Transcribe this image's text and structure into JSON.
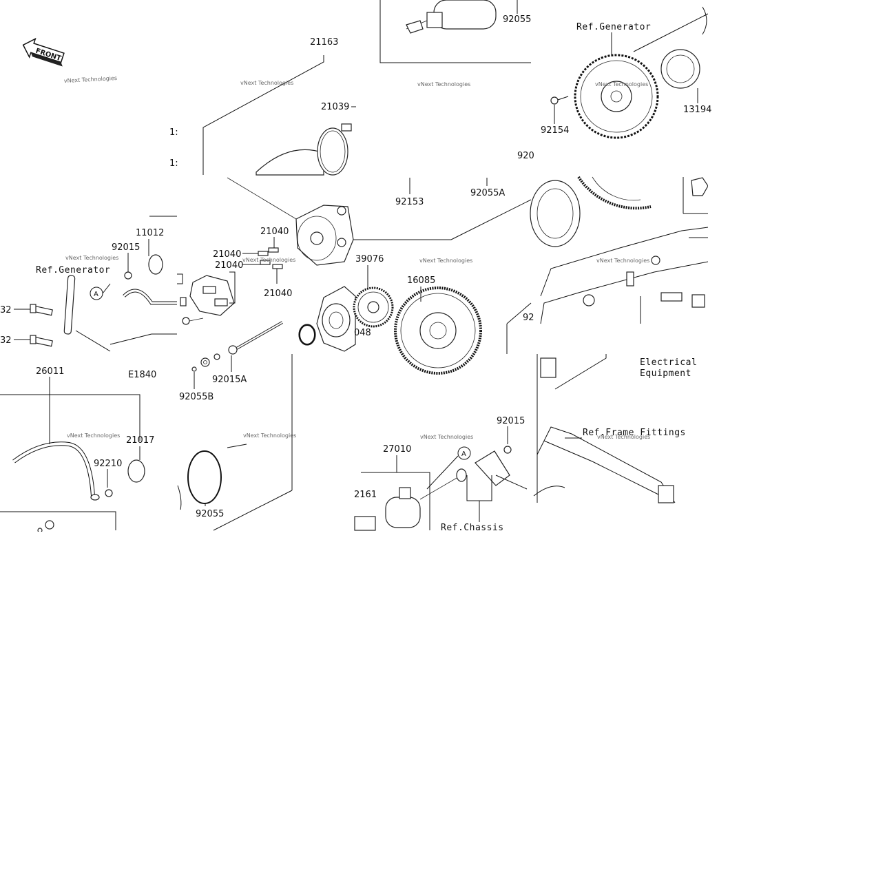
{
  "diagram": {
    "code": "E1840",
    "front_label": "FRONT",
    "watermark": "vNext Technologies",
    "callout_A": "A",
    "part_labels": {
      "p21163": "21163",
      "p21039": "21039",
      "p92055_top": "92055",
      "p13194": "13194",
      "p92154": "92154",
      "p92153": "92153",
      "p92055A": "92055A",
      "p11012": "11012",
      "p92015_left": "92015",
      "p21040_a": "21040",
      "p21040_b": "21040",
      "p21040_c": "21040",
      "p21040_d": "21040",
      "p39076": "39076",
      "p16085": "16085",
      "p048": "048",
      "p92015A": "92015A",
      "p92055B": "92055B",
      "p26011": "26011",
      "p21017": "21017",
      "p92210": "92210",
      "p92055_mid": "92055",
      "p27010": "27010",
      "p92015_right": "92015",
      "p2161": "2161",
      "p32_a": "32",
      "p32_b": "32",
      "p13_a": "1:",
      "p13_b": "1:",
      "p920": "920",
      "p92_r": "92"
    },
    "ref_labels": {
      "generator_top": "Ref.Generator",
      "generator_left": "Ref.Generator",
      "electrical_1": "Electrical",
      "electrical_2": "Equipment",
      "frame_fittings": "Ref.Frame Fittings",
      "chassis": "Ref.Chassis"
    }
  }
}
